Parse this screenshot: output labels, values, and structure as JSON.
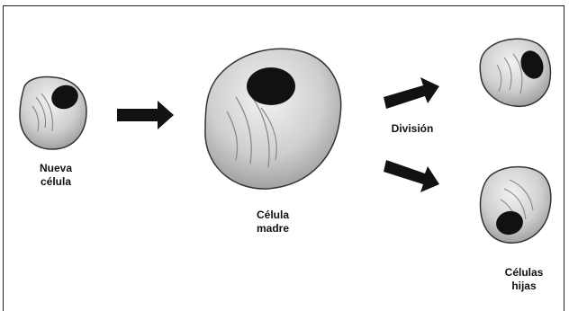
{
  "labels": {
    "new_cell": [
      "Nueva",
      "célula"
    ],
    "mother_cell": [
      "Célula",
      "madre"
    ],
    "division": "División",
    "daughter_cells": [
      "Células",
      "hijas"
    ]
  },
  "colors": {
    "cytoplasm": "#c9c9c9",
    "cytoplasm_light": "#ececec",
    "nucleus": "#111111",
    "arrow": "#111111"
  }
}
